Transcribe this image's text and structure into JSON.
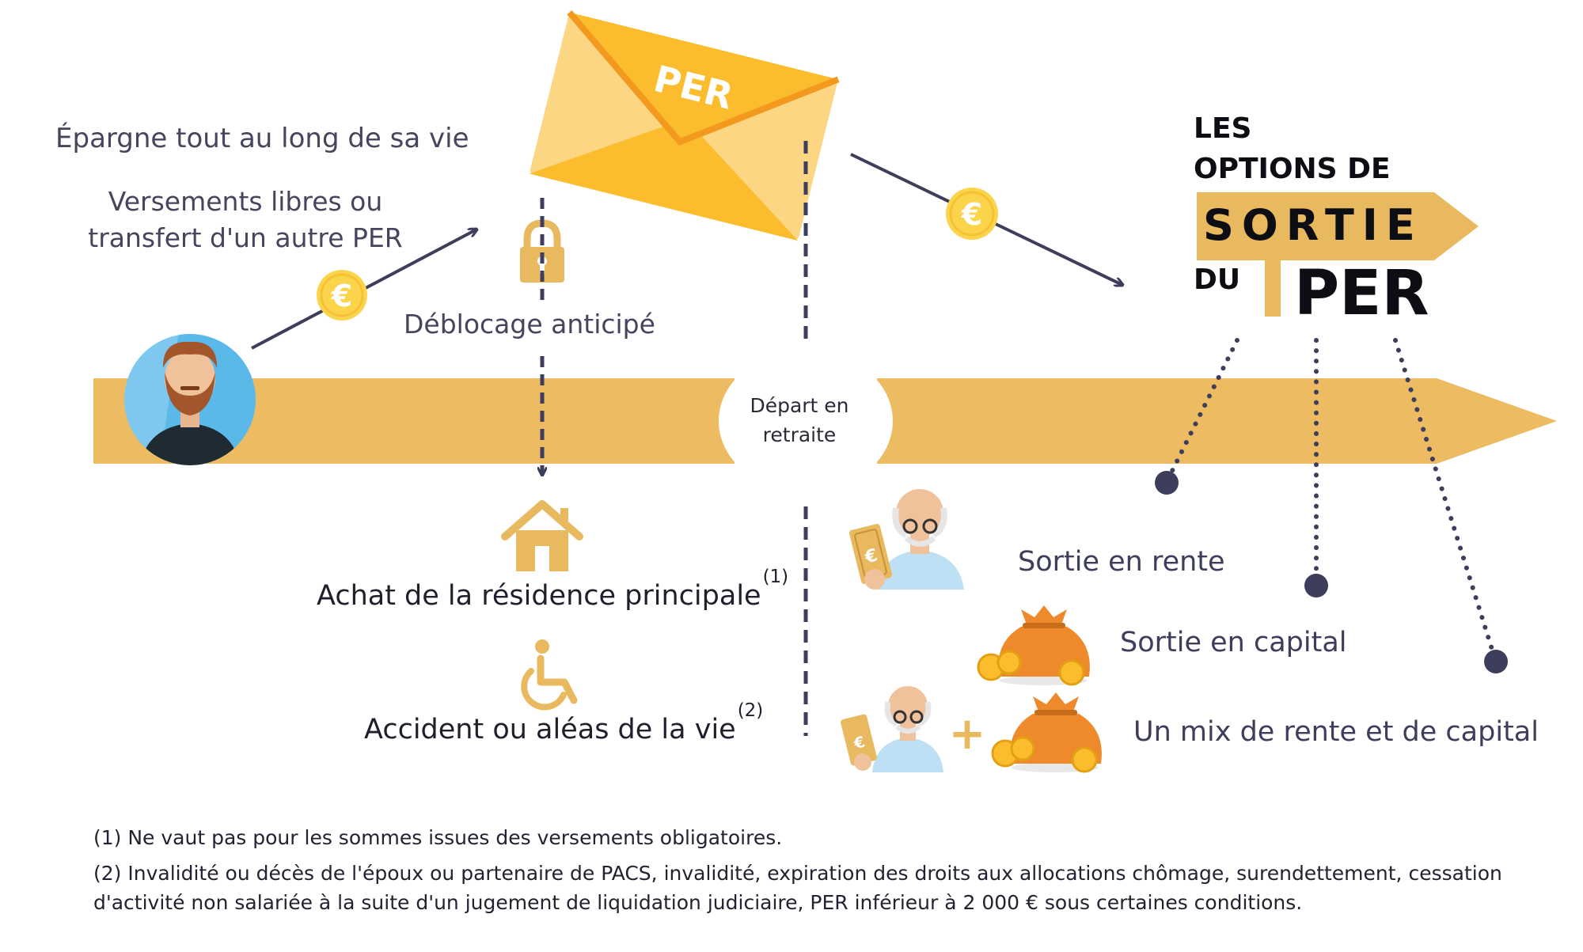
{
  "left": {
    "savings_label": "Épargne tout au long de sa vie",
    "versements_label": "Versements libres ou transfert d'un autre PER",
    "deblocage_label": "Déblocage anticipé",
    "achat_label": "Achat de la résidence principale",
    "achat_note_ref": "(1)",
    "accident_label": "Accident ou aléas de la vie",
    "accident_note_ref": "(2)"
  },
  "envelope": {
    "label": "PER"
  },
  "timeline": {
    "depart_label": "Départ en retraite"
  },
  "exit": {
    "title_les": "LES",
    "title_options": "OPTIONS DE",
    "title_sortie": "SORTIE",
    "title_du": "DU",
    "title_per": "PER",
    "options": [
      {
        "label": "Sortie en rente"
      },
      {
        "label": "Sortie en capital"
      },
      {
        "label": "Un mix de rente et de capital"
      }
    ]
  },
  "icons": {
    "euro_symbol": "€",
    "plus_symbol": "+",
    "coin": "euro-coin-icon",
    "lock": "padlock-icon",
    "house": "house-icon",
    "wheelchair": "wheelchair-icon",
    "person": "bearded-man-avatar",
    "retiree": "elderly-man-icon",
    "moneybag": "money-bag-icon"
  },
  "footnotes": {
    "note1": "(1) Ne vaut pas pour les sommes issues des versements obligatoires.",
    "note2": "(2) Invalidité ou décès de l'époux ou partenaire de PACS, invalidité, expiration des droits aux allocations chômage, surendettement, cessation d'activité non salariée à la suite d'un jugement de liquidation judiciaire, PER inférieur à 2 000 € sous certaines conditions."
  },
  "colors": {
    "band": "#ecbb62",
    "gold": "#e9b95f",
    "envelope": "#fbbd2e",
    "envelope_light": "#fcd682",
    "coin": "#fbd44c",
    "dark": "#3d3d5c",
    "avatar_bg": "#7ec8ef",
    "bag": "#ee8a2c"
  }
}
